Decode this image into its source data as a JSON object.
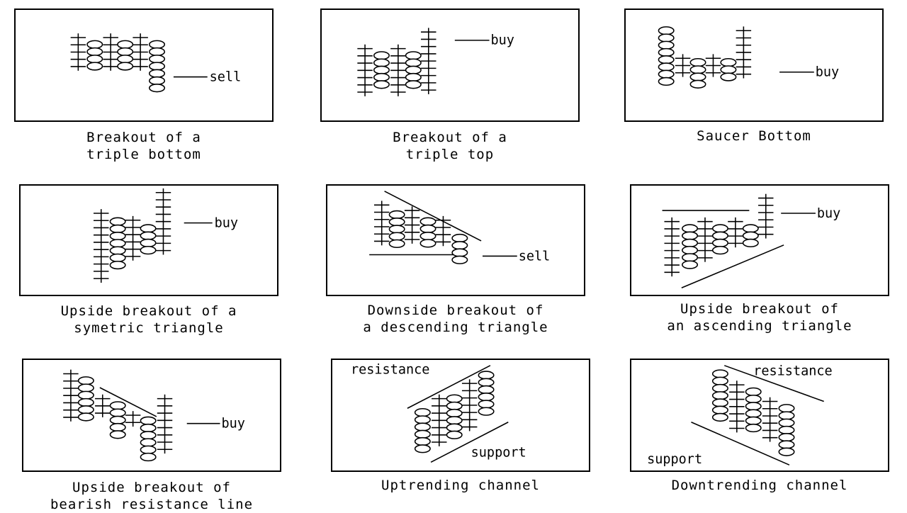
{
  "figures": [
    {
      "caption": [
        "Breakout of a",
        "triple bottom"
      ],
      "signal": "sell"
    },
    {
      "caption": [
        "Breakout of a",
        "triple top"
      ],
      "signal": "buy"
    },
    {
      "caption": [
        "Saucer Bottom"
      ],
      "signal": "buy"
    },
    {
      "caption": [
        "Upside breakout of a",
        "symetric triangle"
      ],
      "signal": "buy"
    },
    {
      "caption": [
        "Downside breakout of",
        "a descending triangle"
      ],
      "signal": "sell"
    },
    {
      "caption": [
        "Upside breakout of",
        "an ascending triangle"
      ],
      "signal": "buy"
    },
    {
      "caption": [
        "Upside breakout of",
        "bearish resistance line"
      ],
      "signal": "buy"
    },
    {
      "caption": [
        "Uptrending channel"
      ],
      "top_label": "resistance",
      "bottom_label": "support"
    },
    {
      "caption": [
        "Downtrending channel"
      ],
      "top_label": "resistance",
      "bottom_label": "support"
    }
  ]
}
